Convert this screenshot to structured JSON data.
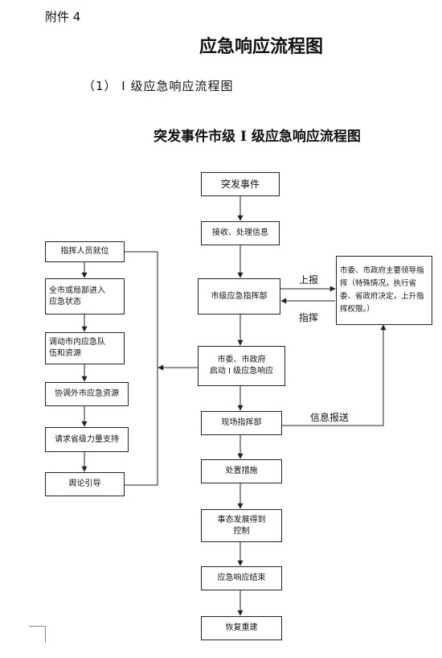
{
  "header": {
    "attachment": "附件 4",
    "title": "应急响应流程图",
    "subtitle": "（1） I 级应急响应流程图",
    "chart_title": "突发事件市级 I 级应急响应流程图"
  },
  "flow": {
    "main": {
      "event": "突发事件",
      "receive": "接收、处理信息",
      "command_center": "市级应急指挥部",
      "activate": "市委、市政府\n启动 I 级应急响应",
      "onsite": "现场指挥部",
      "measures": "处置措施",
      "controlled": "事态发展得到\n控制",
      "end": "应急响应结束",
      "recovery": "恢复重建"
    },
    "side": {
      "leaders": "市委、市政府主要领导指挥（特殊情况，执行省委、省政府决定，上升指挥权限。）"
    },
    "left": {
      "personnel": "指挥人员就位",
      "emergency_state": "全市或局部进入\n应急状态",
      "mobilize_teams": "调动市内应急队\n伍和资源",
      "coordinate": "协调外市应急资源",
      "provincial": "请求省级力量支持",
      "opinion": "舆论引导"
    },
    "labels": {
      "report": "上报",
      "command": "指挥",
      "info_report": "信息报送"
    }
  }
}
